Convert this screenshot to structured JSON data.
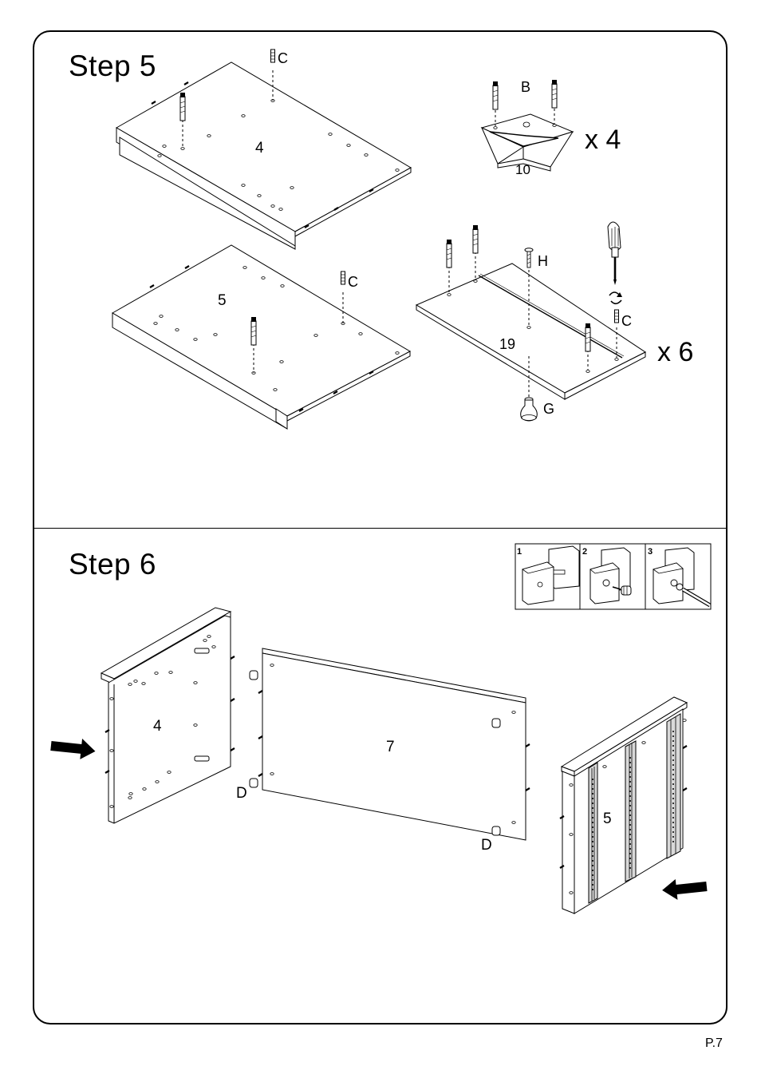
{
  "page": {
    "number": "P.7"
  },
  "step5": {
    "title": "Step  5",
    "labels": {
      "panel_top": "4",
      "panel_bottom": "5",
      "panel_shelf": "19",
      "leg": "10",
      "bolt_b": "B",
      "cam_c": "C",
      "screw_h": "H",
      "knob_g": "G"
    },
    "quantities": {
      "legs": "x 4",
      "shelves": "x 6"
    }
  },
  "step6": {
    "title": "Step  6",
    "labels": {
      "side_left": "4",
      "back_panel": "7",
      "side_right": "5",
      "cam_lock_d": "D"
    },
    "inset_panels": [
      "1",
      "2",
      "3"
    ]
  },
  "colors": {
    "line": "#000000",
    "paper": "#ffffff",
    "rail": "#d9d9d9"
  },
  "icons": [
    "arrow-right-icon",
    "arrow-left-icon",
    "screwdriver-icon",
    "rotate-icon"
  ]
}
